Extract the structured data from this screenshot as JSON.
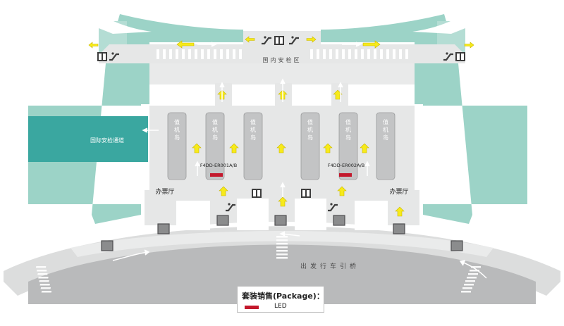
{
  "labels": {
    "domestic_security": "国内安检区",
    "intl_channel": "国际安检通道",
    "ticket_left": "办票厅",
    "ticket_right": "办票厅",
    "departure_bridge": "出发行车引桥"
  },
  "checkin_islands": [
    {
      "text": "值机岛"
    },
    {
      "text": "值机岛"
    },
    {
      "text": "值机岛"
    },
    {
      "text": "值机岛"
    },
    {
      "text": "值机岛"
    },
    {
      "text": "值机岛"
    }
  ],
  "led_ads": [
    {
      "code": "F4DD-ER001A/B"
    },
    {
      "code": "F4DD-ER002A/B"
    }
  ],
  "legend": {
    "title": "套装销售(Package)：",
    "item": "LED"
  },
  "colors": {
    "teal_light": "#9cd3c7",
    "teal_dark": "#3aa7a0",
    "hall_floor": "#e6e7e7",
    "island": "#c3c4c5",
    "road": "#b9babb",
    "arrow": "#f7ea1a",
    "led": "#c3182c"
  },
  "icons": [
    "elevator-icon",
    "escalator-icon",
    "arrow-icon",
    "gate-icon"
  ]
}
